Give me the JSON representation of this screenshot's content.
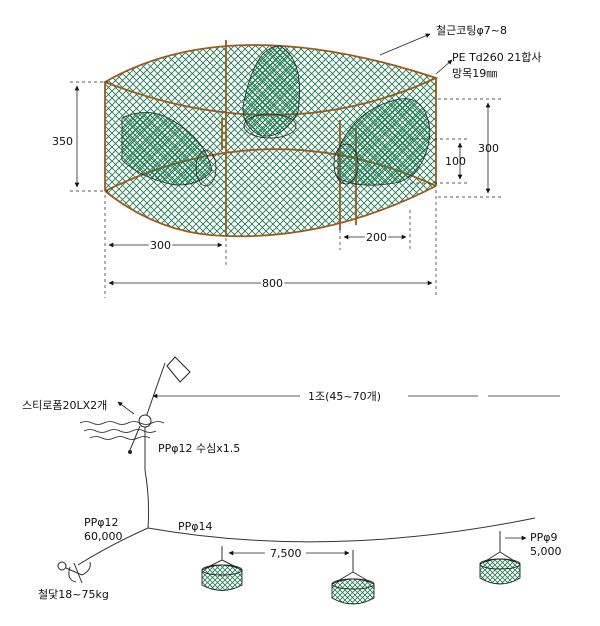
{
  "colors": {
    "net": "#1e7a50",
    "frame": "#9a5a1e",
    "line": "#333333"
  },
  "trap": {
    "label_coating": "철근코팅φ7~8",
    "label_net_1": "PE Td260 21합사",
    "label_net_2": "망목19㎜",
    "dim_height_left": "350",
    "dim_height_right": "300",
    "dim_entrance": "100",
    "dim_half_width": "300",
    "dim_entrance_width": "200",
    "dim_total_width": "800"
  },
  "rig": {
    "label_set": "1조(45~70개)",
    "label_buoy": "스티로폼20LX2개",
    "label_pp12_float": "PPφ12  수심x1.5",
    "label_pp12_anchor_1": "PPφ12",
    "label_pp12_anchor_2": "60,000",
    "label_main_line": "PPφ14",
    "label_spacing": "7,500",
    "label_branch_1": "PPφ9",
    "label_branch_2": "5,000",
    "label_anchor": "철닻18~75kg"
  }
}
